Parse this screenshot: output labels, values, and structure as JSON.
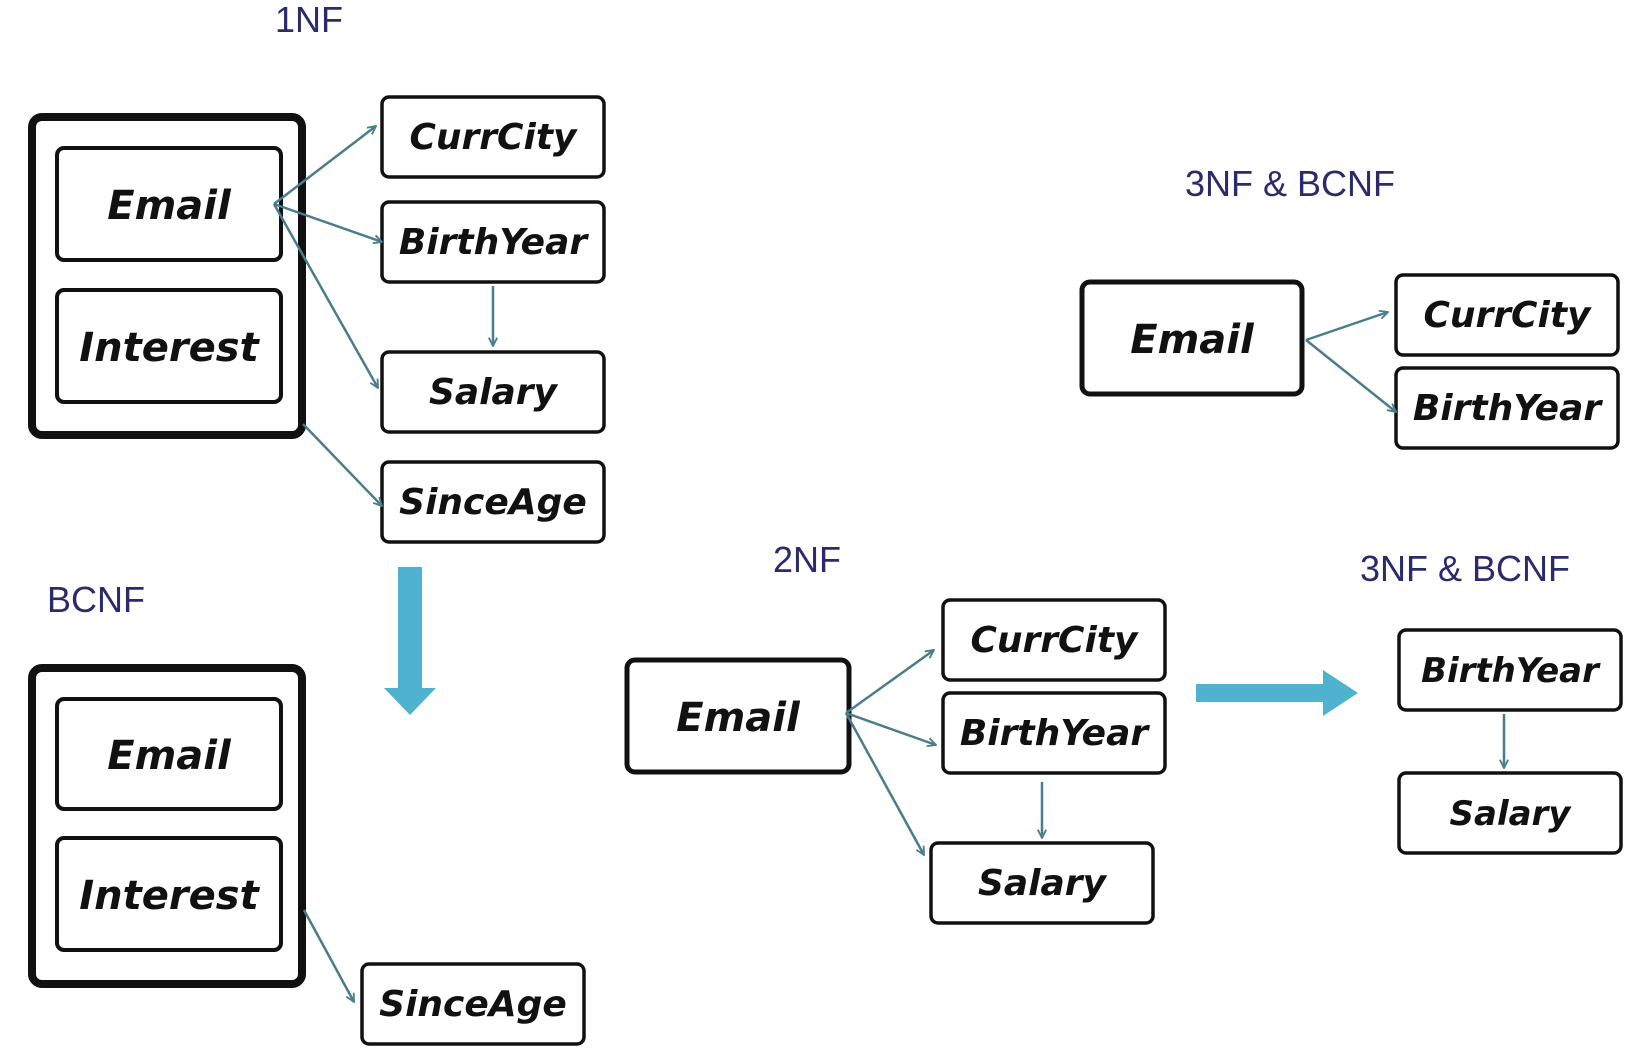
{
  "colors": {
    "title": "#2b2b6b",
    "arrow": "#4a7d8c",
    "transform_arrow": "#4fb3cf",
    "box_border": "#111111"
  },
  "sections": {
    "nf1": {
      "title": "1NF",
      "key": [
        "Email",
        "Interest"
      ],
      "attributes": [
        "CurrCity",
        "BirthYear",
        "Salary",
        "SinceAge"
      ]
    },
    "bcnf": {
      "title": "BCNF",
      "key": [
        "Email",
        "Interest"
      ],
      "attributes": [
        "SinceAge"
      ]
    },
    "nf2": {
      "title": "2NF",
      "key": "Email",
      "attributes": [
        "CurrCity",
        "BirthYear",
        "Salary"
      ]
    },
    "nf3_top": {
      "title": "3NF & BCNF",
      "key": "Email",
      "attributes": [
        "CurrCity",
        "BirthYear"
      ]
    },
    "nf3_bottom": {
      "title": "3NF & BCNF",
      "key": "BirthYear",
      "attributes": [
        "Salary"
      ]
    }
  }
}
